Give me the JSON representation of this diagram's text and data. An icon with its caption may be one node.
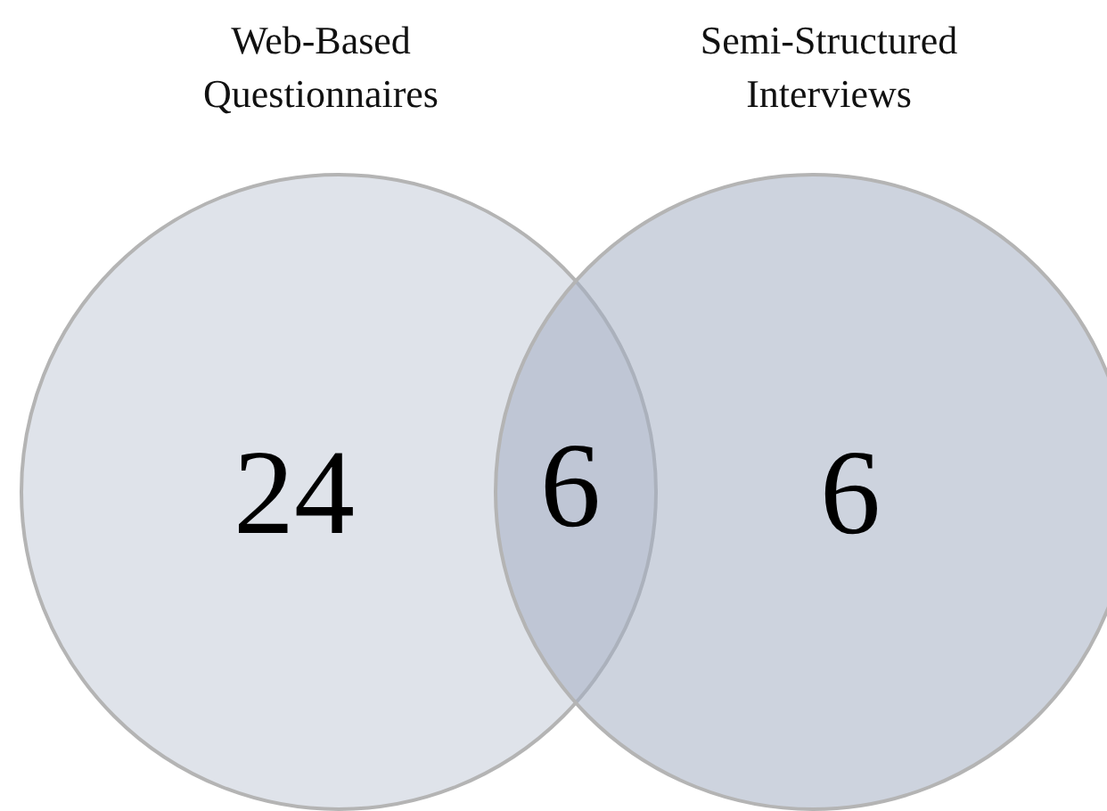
{
  "diagram": {
    "nodes": [
      {
        "text": [
          "Web-Based Questionnaires",
          "24"
        ]
      },
      {
        "text": [
          "Semi-Structured Interviews",
          "6"
        ]
      }
    ],
    "labels": [
      "6"
    ]
  }
}
